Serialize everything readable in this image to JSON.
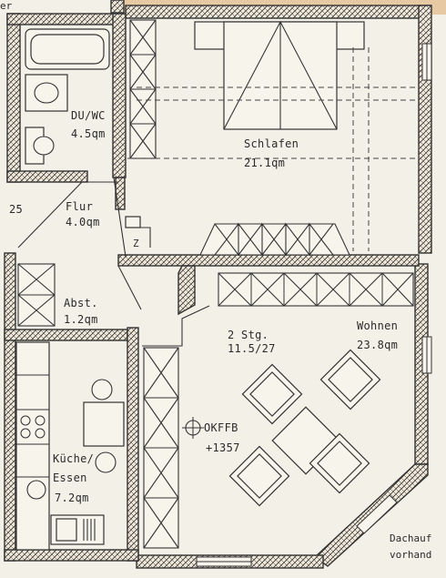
{
  "rooms": {
    "top_left_fragment": "er",
    "bath": {
      "name": "DU/WC",
      "area": "4.5qm"
    },
    "bedroom": {
      "name": "Schlafen",
      "area": "21.1qm"
    },
    "hall": {
      "name": "Flur",
      "area": "4.0qm"
    },
    "neighbor_number": "25",
    "storage": {
      "name": "Abst.",
      "area": "1.2qm"
    },
    "stairs": {
      "name": "2 Stg.",
      "dims": "11.5/27"
    },
    "living": {
      "name": "Wohnen",
      "area": "23.8qm"
    },
    "kitchen": {
      "name": "Küche/",
      "name2": "Essen",
      "area": "7.2qm"
    },
    "floor_level": {
      "label": "OKFFB",
      "value": "+1357"
    },
    "note_line1": "Dachauf",
    "note_line2": "vorhand"
  },
  "colors": {
    "paper": "#f3f0e8",
    "ink": "#333333",
    "hatch_fill": "#c9a27a"
  }
}
